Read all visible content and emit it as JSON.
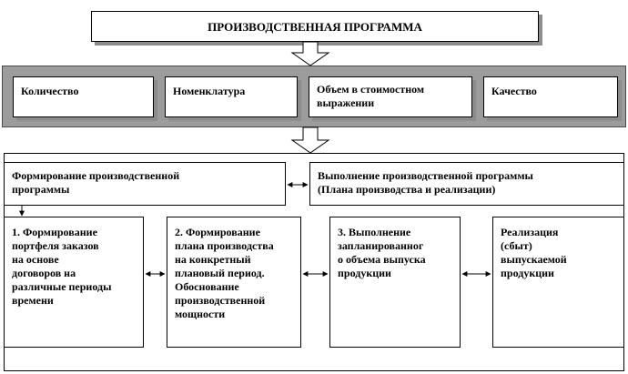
{
  "title": "ПРОИЗВОДСТВЕННАЯ ПРОГРАММА",
  "indicators": [
    "Количество",
    "Номенклатура",
    "Объем в стоимостном\nвыражении",
    "Качество"
  ],
  "stages": {
    "formation": "Формирование производственной\nпрограммы",
    "execution": "Выполнение производственной программы\n(Плана производства и реализации)"
  },
  "steps": [
    "1. Формирование\nпортфеля заказов\nна основе\nдоговоров на\nразличные периоды\nвремени",
    "2. Формирование\nплана производства\nна конкретный\nплановый период.\nОбоснование\nпроизводственной\nмощности",
    "3. Выполнение\nзапланированног\nо объема выпуска\nпродукции",
    "Реализация\n(сбыт)\nвыпускаемой\nпродукции"
  ]
}
